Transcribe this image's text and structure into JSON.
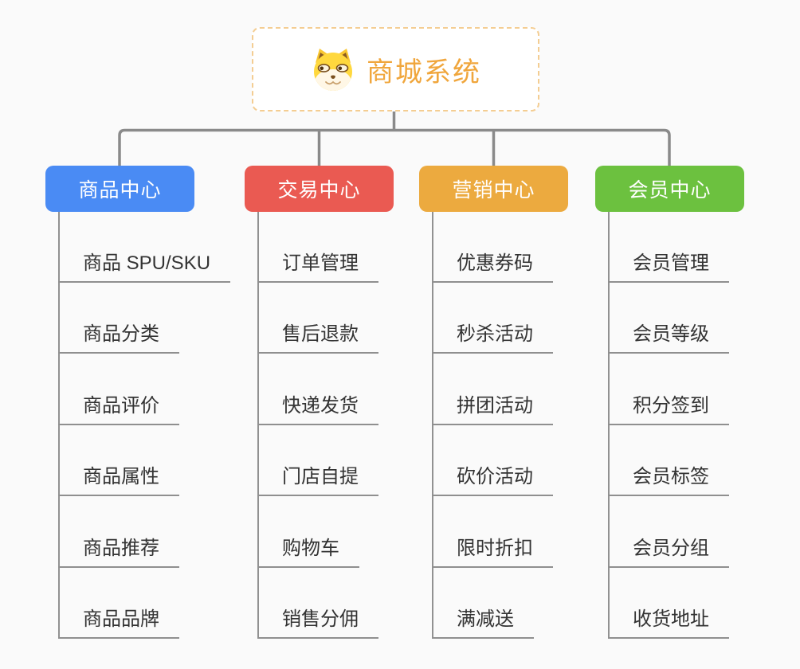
{
  "canvas": {
    "background": "#fafafa",
    "connector_color": "#8a8a8a"
  },
  "root": {
    "title": "商城系统",
    "title_color": "#f0a63c",
    "border_color": "#f4cd92",
    "icon": "shiba-dog-icon"
  },
  "branches": [
    {
      "label": "商品中心",
      "color": "#4a8bf4",
      "items": [
        "商品 SPU/SKU",
        "商品分类",
        "商品评价",
        "商品属性",
        "商品推荐",
        "商品品牌"
      ]
    },
    {
      "label": "交易中心",
      "color": "#ea5a52",
      "items": [
        "订单管理",
        "售后退款",
        "快递发货",
        "门店自提",
        "购物车",
        "销售分佣"
      ]
    },
    {
      "label": "营销中心",
      "color": "#ecaa3f",
      "items": [
        "优惠券码",
        "秒杀活动",
        "拼团活动",
        "砍价活动",
        "限时折扣",
        "满减送"
      ]
    },
    {
      "label": "会员中心",
      "color": "#6cc13f",
      "items": [
        "会员管理",
        "会员等级",
        "积分签到",
        "会员标签",
        "会员分组",
        "收货地址"
      ]
    }
  ]
}
